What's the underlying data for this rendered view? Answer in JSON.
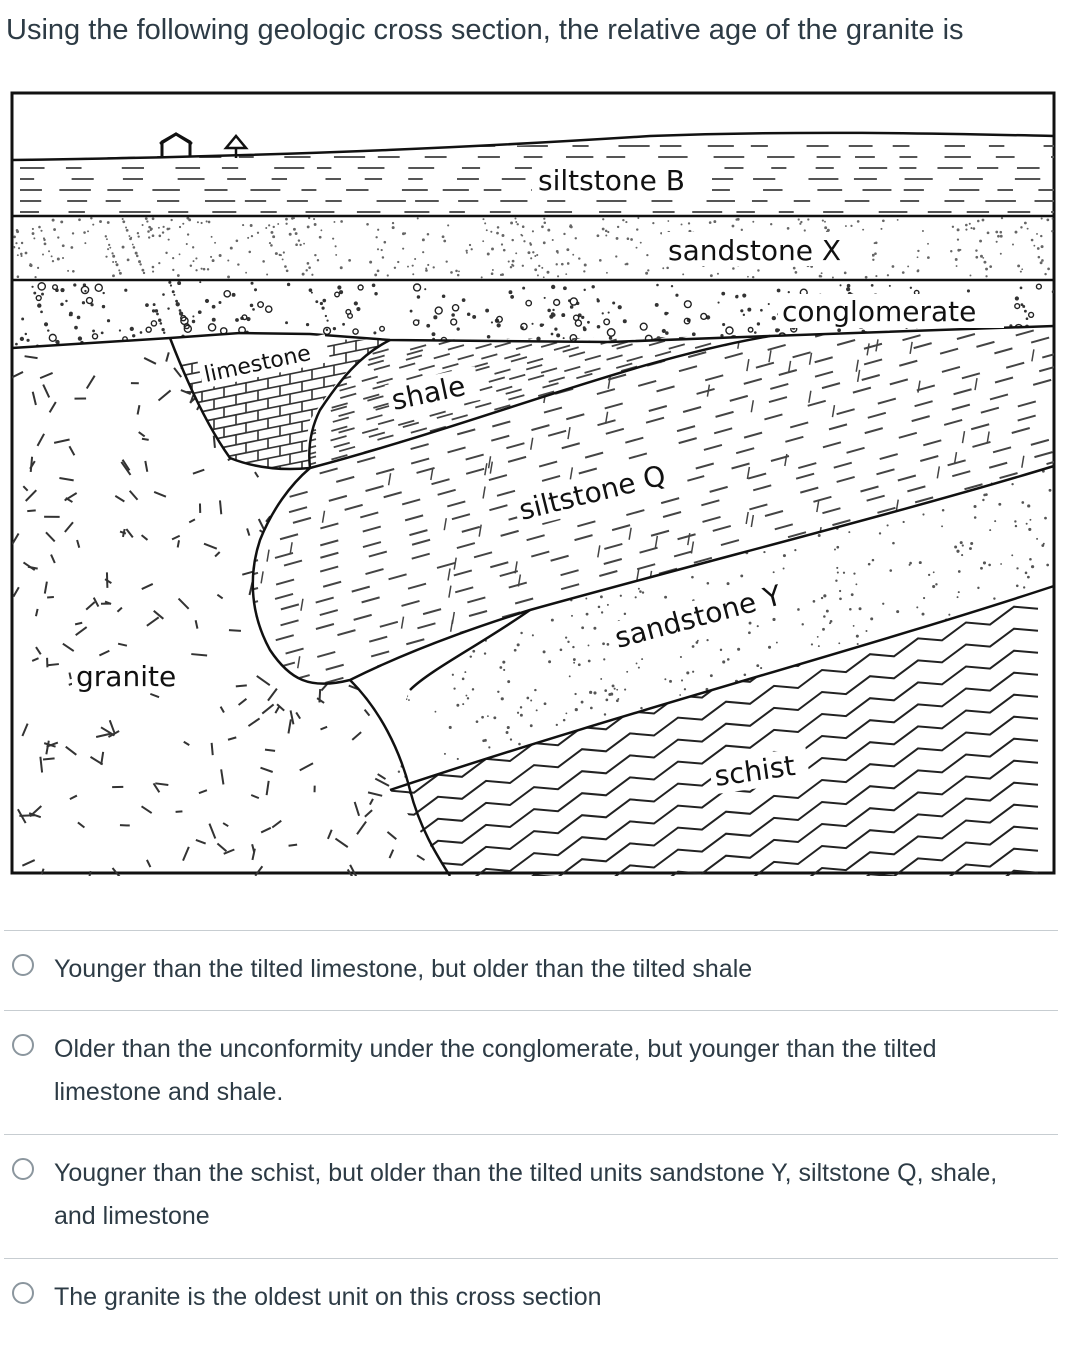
{
  "question": {
    "text": "Using the following geologic cross section, the relative age of the granite is"
  },
  "diagram": {
    "labels": {
      "siltstone_b": "siltstone B",
      "sandstone_x": "sandstone X",
      "conglomerate": "conglomerate",
      "limestone": "limestone",
      "shale": "shale",
      "siltstone_q": "siltstone Q",
      "sandstone_y": "sandstone Y",
      "granite": "granite",
      "schist": "schist"
    }
  },
  "answers": [
    {
      "text": "Younger than the tilted limestone, but older than the tilted shale"
    },
    {
      "text": "Older than the unconformity under the conglomerate, but younger than the tilted limestone and shale."
    },
    {
      "text": "Yougner than the schist, but older than the tilted units sandstone Y, siltstone Q, shale, and limestone"
    },
    {
      "text": "The granite is the oldest unit on this cross section"
    }
  ]
}
